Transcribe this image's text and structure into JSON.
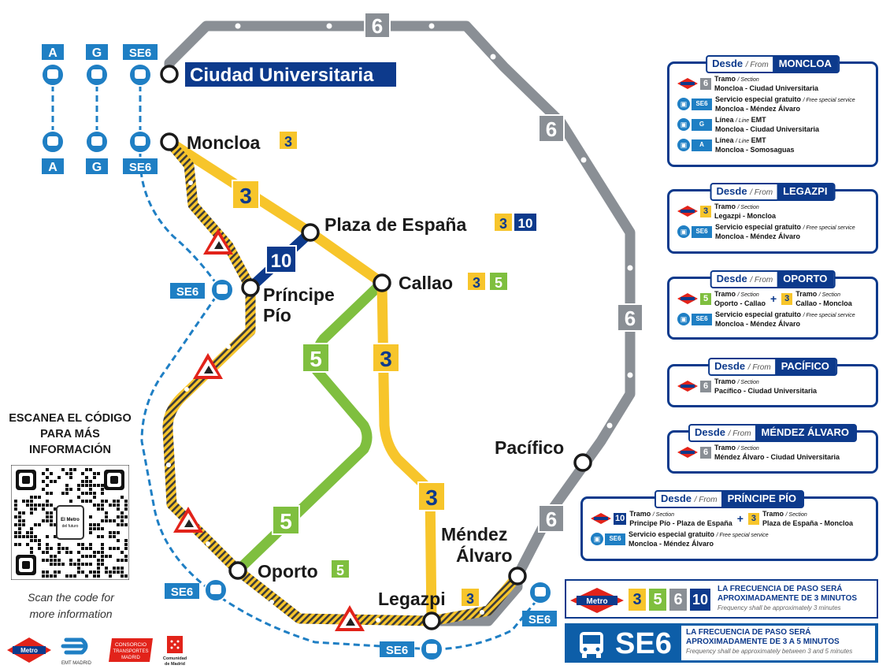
{
  "map": {
    "line6_badge": "6",
    "stations": {
      "ciudad_universitaria": "Ciudad Universitaria",
      "moncloa": "Moncloa",
      "plaza_espana": "Plaza de España",
      "principe_pio_1": "Príncipe",
      "principe_pio_2": "Pío",
      "callao": "Callao",
      "oporto": "Oporto",
      "legazpi": "Legazpi",
      "mendez_alvaro_1": "Méndez",
      "mendez_alvaro_2": "Álvaro",
      "pacifico": "Pacífico"
    },
    "lines": {
      "l3": "3",
      "l5": "5",
      "l6": "6",
      "l10": "10",
      "se6": "SE6",
      "bus_a": "A",
      "bus_g": "G"
    },
    "colors": {
      "line6": "#8a8f95",
      "line3": "#f7c52b",
      "line5": "#7fbf3f",
      "line10": "#0d3a8c",
      "bus": "#1f7fc4",
      "closed_stripe": "#3b3b3b",
      "warning": "#e2231a"
    }
  },
  "panels": [
    {
      "desde": "Desde",
      "from": "From",
      "station": "MONCLOA",
      "rows": [
        {
          "icons": [
            "metro-logo",
            "line-6"
          ],
          "title": "Tramo",
          "title_en": "Section",
          "route": "Moncloa - Ciudad Universitaria"
        },
        {
          "icons": [
            "bus-icon",
            "se6"
          ],
          "title": "Servicio especial gratuito",
          "title_en": "Free special service",
          "route": "Moncloa - Méndez Álvaro"
        },
        {
          "icons": [
            "bus-icon",
            "bus-g"
          ],
          "title": "Línea",
          "title_en": "Line",
          "title_suffix": "EMT",
          "route": "Moncloa - Ciudad Universitaria"
        },
        {
          "icons": [
            "bus-icon",
            "bus-a"
          ],
          "title": "Línea",
          "title_en": "Line",
          "title_suffix": "EMT",
          "route": "Moncloa - Somosaguas"
        }
      ]
    },
    {
      "desde": "Desde",
      "from": "From",
      "station": "LEGAZPI",
      "rows": [
        {
          "icons": [
            "metro-logo",
            "line-3"
          ],
          "title": "Tramo",
          "title_en": "Section",
          "route": "Legazpi - Moncloa"
        },
        {
          "icons": [
            "bus-icon",
            "se6"
          ],
          "title": "Servicio especial gratuito",
          "title_en": "Free special service",
          "route": "Moncloa - Méndez Álvaro"
        }
      ]
    },
    {
      "desde": "Desde",
      "from": "From",
      "station": "OPORTO",
      "rows": [
        {
          "icons": [
            "metro-logo",
            "line-5"
          ],
          "title": "Tramo",
          "title_en": "Section",
          "route": "Oporto - Callao",
          "plus": "+",
          "icons2": [
            "line-3"
          ],
          "title2": "Tramo",
          "title2_en": "Section",
          "route2": "Callao - Moncloa"
        },
        {
          "icons": [
            "bus-icon",
            "se6"
          ],
          "title": "Servicio especial gratuito",
          "title_en": "Free special service",
          "route": "Moncloa - Méndez Álvaro"
        }
      ]
    },
    {
      "desde": "Desde",
      "from": "From",
      "station": "PACÍFICO",
      "rows": [
        {
          "icons": [
            "metro-logo",
            "line-6"
          ],
          "title": "Tramo",
          "title_en": "Section",
          "route": "Pacífico - Ciudad Universitaria"
        }
      ]
    },
    {
      "desde": "Desde",
      "from": "From",
      "station": "MÉNDEZ ÁLVARO",
      "rows": [
        {
          "icons": [
            "metro-logo",
            "line-6"
          ],
          "title": "Tramo",
          "title_en": "Section",
          "route": "Méndez Álvaro - Ciudad Universitaria"
        }
      ]
    },
    {
      "desde": "Desde",
      "from": "From",
      "station": "PRÍNCIPE PÍO",
      "rows": [
        {
          "icons": [
            "metro-logo",
            "line-10"
          ],
          "title": "Tramo",
          "title_en": "Section",
          "route": "Principe Pío - Plaza de España",
          "plus": "+",
          "icons2": [
            "line-3"
          ],
          "title2": "Tramo",
          "title2_en": "Section",
          "route2": "Plaza de España - Moncloa"
        },
        {
          "icons": [
            "bus-icon",
            "se6"
          ],
          "title": "Servicio especial gratuito",
          "title_en": "Free special service",
          "route": "Moncloa - Méndez Álvaro"
        }
      ]
    }
  ],
  "frequency": {
    "metro": {
      "logo": "Metro",
      "lines": [
        "3",
        "5",
        "6",
        "10"
      ],
      "line1": "LA FRECUENCIA DE PASO SERÁ",
      "line2": "APROXIMADAMENTE DE 3 MINUTOS",
      "en": "Frequency shall be approximately 3 minutes"
    },
    "bus": {
      "label": "SE6",
      "line1": "LA FRECUENCIA DE PASO SERÁ",
      "line2": "APROXIMADAMENTE DE 3 A 5 MINUTOS",
      "en": "Frequency shall be approximately between 3 and 5 minutes"
    }
  },
  "qr": {
    "title_1": "ESCANEA EL CÓDIGO",
    "title_2": "PARA MÁS",
    "title_3": "INFORMACIÓN",
    "caption_1": "Scan the code for",
    "caption_2": "more information",
    "center_1": "El Metro",
    "center_2": "del futuro"
  },
  "logos": {
    "metro": "Metro",
    "emt": "EMT MADRID",
    "consorcio_1": "CONSORCIO",
    "consorcio_2": "TRANSPORTES",
    "consorcio_3": "MADRID",
    "comunidad_1": "Comunidad",
    "comunidad_2": "de Madrid"
  }
}
